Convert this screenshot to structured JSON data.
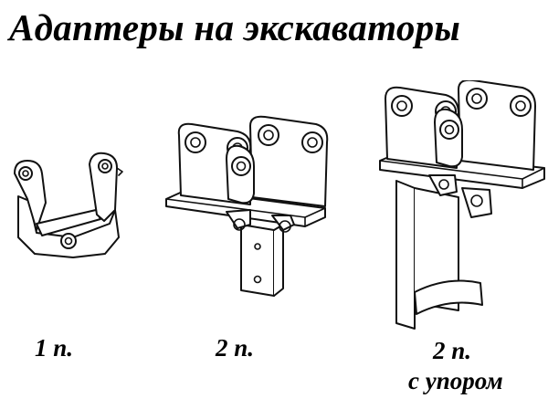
{
  "header": {
    "title": "Адаптеры на экскаваторы"
  },
  "adapters": [
    {
      "caption": "1 п.",
      "icon": "adapter-1-pin-drawing"
    },
    {
      "caption": "2 п.",
      "icon": "adapter-2-pin-drawing"
    },
    {
      "caption": "2 п.",
      "subcaption": "с упором",
      "icon": "adapter-2-pin-with-stop-drawing"
    }
  ]
}
